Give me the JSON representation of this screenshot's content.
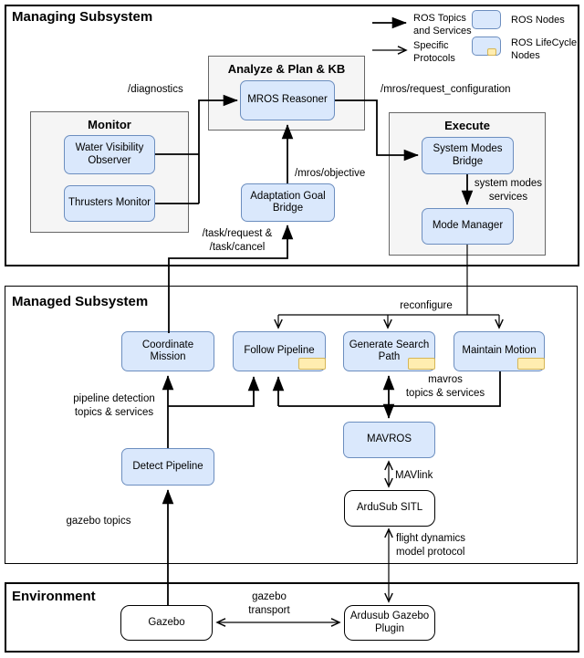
{
  "colors": {
    "node_fill": "#dae8fc",
    "node_border": "#6c8ebf",
    "tab_fill": "#ffedb0",
    "tab_border": "#d6b656",
    "group_fill": "#f5f5f5",
    "group_border": "#666666"
  },
  "legend": {
    "topics_arrow_label": "ROS Topics\nand Services",
    "protocols_arrow_label": "Specific\nProtocols",
    "ros_nodes_label": "ROS Nodes",
    "lifecycle_nodes_label": "ROS LifeCycle\nNodes"
  },
  "managing": {
    "title": "Managing Subsystem",
    "groups": {
      "analyze": "Analyze & Plan & KB",
      "monitor": "Monitor",
      "execute": "Execute"
    },
    "nodes": {
      "mros_reasoner": "MROS Reasoner",
      "water_visibility_observer": "Water Visibility\nObserver",
      "thrusters_monitor": "Thrusters Monitor",
      "adaptation_goal_bridge": "Adaptation Goal\nBridge",
      "system_modes_bridge": "System Modes\nBridge",
      "mode_manager": "Mode Manager"
    }
  },
  "managed": {
    "title": "Managed Subsystem",
    "nodes": {
      "coordinate_mission": "Coordinate\nMission",
      "follow_pipeline": "Follow Pipeline",
      "generate_search_path": "Generate Search\nPath",
      "maintain_motion": "Maintain Motion",
      "detect_pipeline": "Detect Pipeline",
      "mavros": "MAVROS",
      "ardusub_sitl": "ArduSub SITL"
    }
  },
  "environment": {
    "title": "Environment",
    "nodes": {
      "gazebo": "Gazebo",
      "ardusub_gazebo_plugin": "Ardusub Gazebo\nPlugin"
    }
  },
  "edge_labels": {
    "diagnostics": "/diagnostics",
    "request_configuration": "/mros/request_configuration",
    "mros_objective": "/mros/objective",
    "system_modes_services": "system modes\nservices",
    "task_request_cancel": "/task/request &\n/task/cancel",
    "reconfigure": "reconfigure",
    "pipeline_detection": "pipeline detection\ntopics & services",
    "mavros_topics": "mavros\ntopics & services",
    "mavlink": "MAVlink",
    "flight_dynamics": "flight dynamics\nmodel protocol",
    "gazebo_topics": "gazebo topics",
    "gazebo_transport": "gazebo\ntransport"
  }
}
